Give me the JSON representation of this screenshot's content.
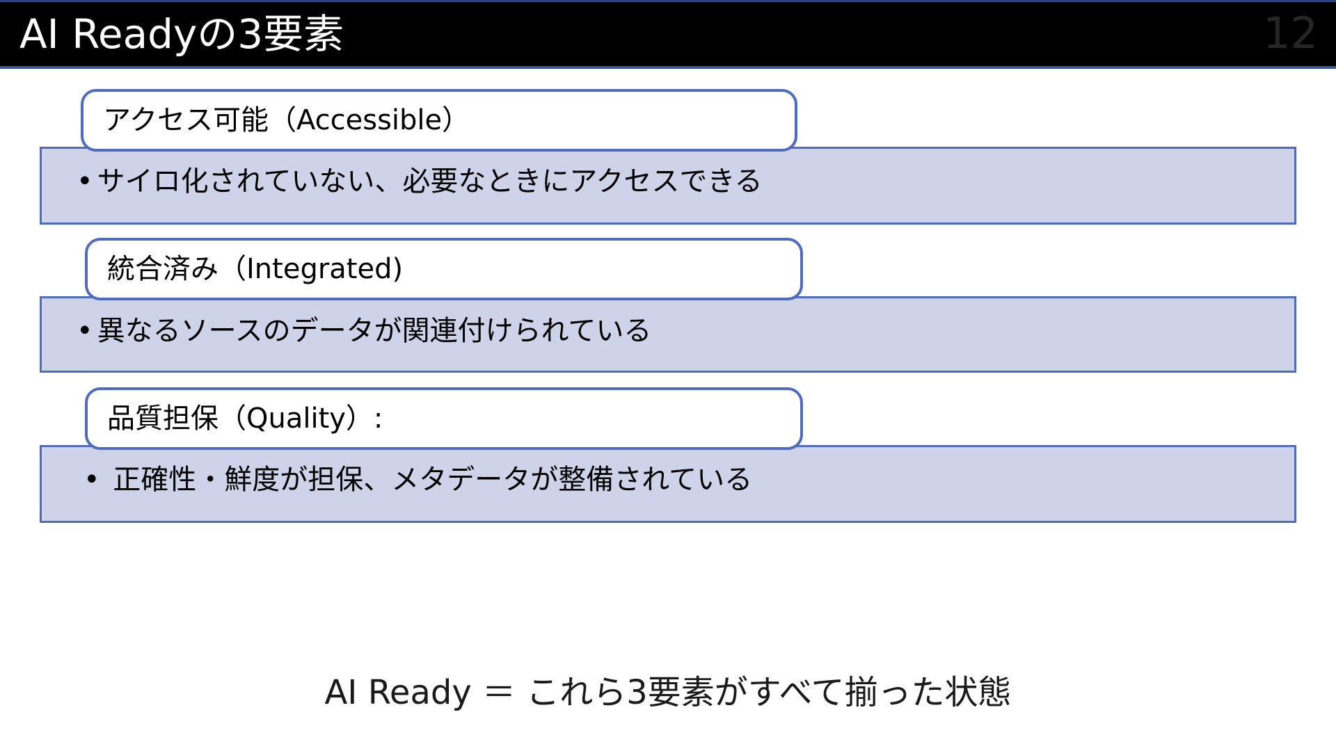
{
  "slide": {
    "title": "AI Readyの3要素",
    "page_number": "12",
    "footer_caption": "AI Ready ＝ これら3要素がすべて揃った状態",
    "colors": {
      "title_bar_background": "#000000",
      "title_text": "#ffffff",
      "page_number_text": "#262626",
      "panel_fill": "#cfd3e9",
      "panel_border": "#4f6bbf",
      "card_fill": "#ffffff",
      "card_border": "#4f6bbf",
      "body_text": "#000000"
    },
    "groups": [
      {
        "header": "アクセス可能（Accessible）",
        "bullet_glyph": "•",
        "body": "サイロ化されていない、必要なときにアクセスできる"
      },
      {
        "header": "統合済み（Integrated)",
        "bullet_glyph": "•",
        "body": "異なるソースのデータが関連付けられている"
      },
      {
        "header": "品質担保（Quality）:",
        "bullet_glyph": "•",
        "body": " 正確性・鮮度が担保、メタデータが整備されている"
      }
    ]
  }
}
